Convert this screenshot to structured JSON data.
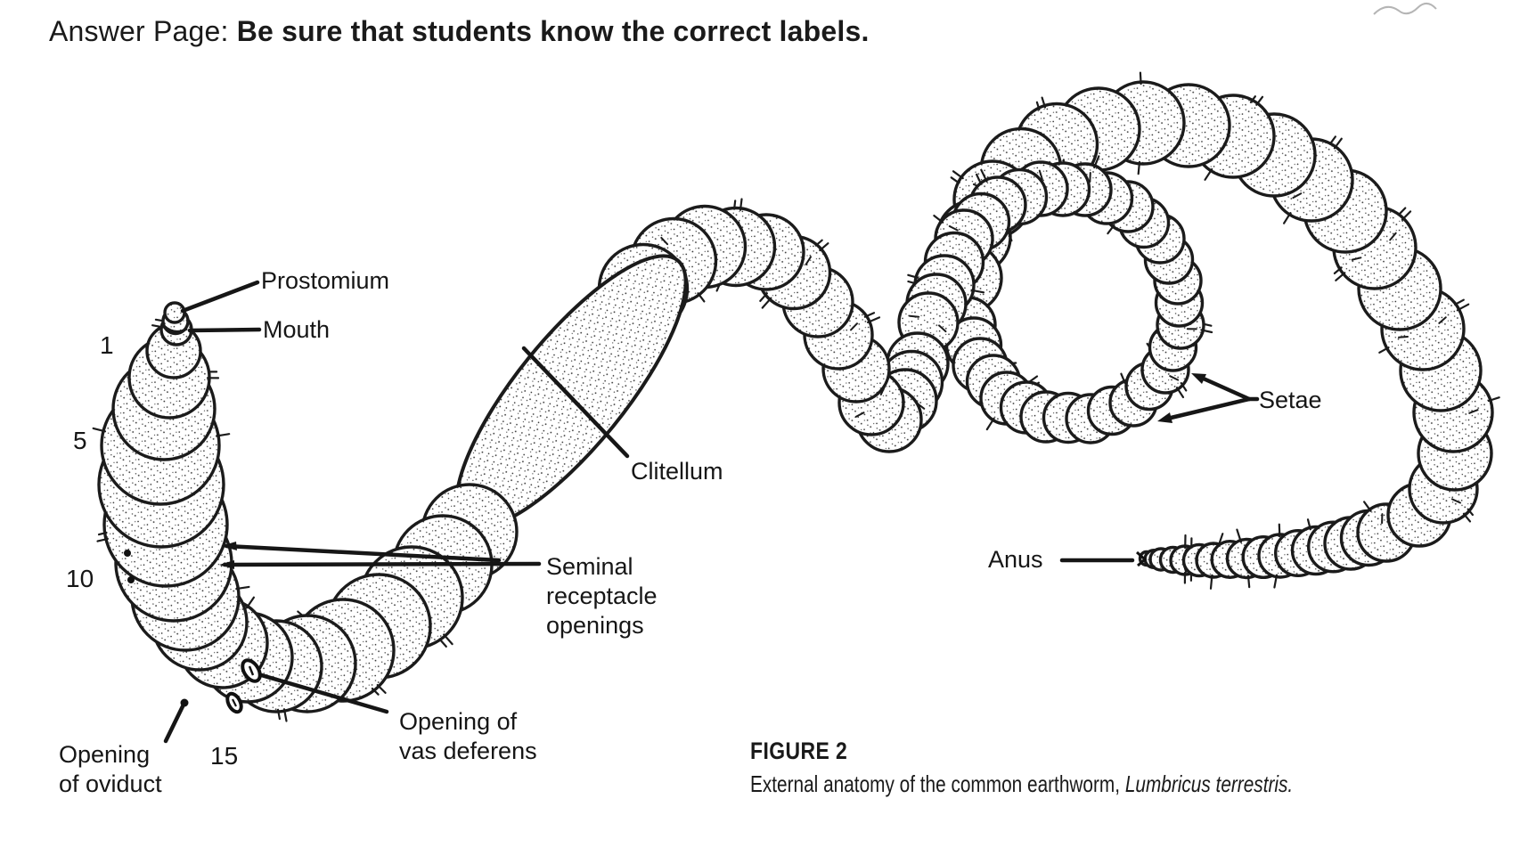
{
  "page": {
    "background": "#ffffff",
    "ink": "#1a1a1a",
    "kind": "scanned worksheet answer page with labeled anatomy diagram"
  },
  "header": {
    "prefix": "Answer Page: ",
    "emphasis": "Be sure that students know the correct labels."
  },
  "labels": {
    "prostomium": "Prostomium",
    "mouth": "Mouth",
    "clitellum": "Clitellum",
    "setae": "Setae",
    "anus": "Anus",
    "seminal_receptacle": "Seminal\nreceptacle\nopenings",
    "vas_deferens": "Opening of\nvas deferens",
    "oviduct": "Opening\nof oviduct"
  },
  "segment_numbers": {
    "first": "1",
    "fifth": "5",
    "tenth": "10",
    "fifteenth": "15"
  },
  "figure": {
    "number": "FIGURE 2",
    "caption": "External anatomy of the common earthworm, ",
    "species": "Lumbricus terrestris."
  }
}
